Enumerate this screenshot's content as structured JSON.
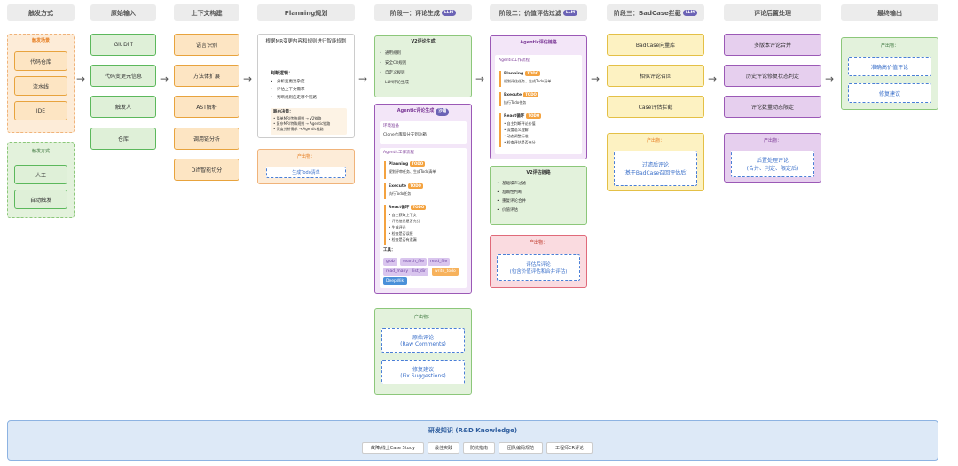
{
  "headers": {
    "c1": "触发方式",
    "c2": "原始输入",
    "c3": "上下文构建",
    "c4": "Planning规划",
    "c5": "阶段一：评论生成",
    "c6": "阶段二：价值评估过滤",
    "c7": "阶段三：BadCase拦截",
    "c8": "评论后置处理",
    "c9": "最终输出",
    "llm": "LLM"
  },
  "col1": {
    "scene_title": "触发场景",
    "scene_items": [
      "代码仓库",
      "流水线",
      "IDE"
    ],
    "trigger_title": "触发方式",
    "trigger_items": [
      "人工",
      "自动触发"
    ]
  },
  "col2": {
    "items": [
      "Git Diff",
      "代码变更元信息",
      "触发人",
      "仓库"
    ]
  },
  "col3": {
    "items": [
      "语言识别",
      "方法体扩展",
      "AST解析",
      "调用链分析",
      "Diff智能切分"
    ]
  },
  "col4": {
    "title": "根据MR变更内容和规则进行智能规划",
    "logic_title": "判断逻辑：",
    "logic_items": [
      "分析变更复杂度",
      "评估上下文需求",
      "判断规则应走哪个链路"
    ],
    "decision_title": "路由决策：",
    "decision_items": [
      "• 简单MR/传统规则 → V2链路",
      "• 复杂MR/特殊规则 → Agentic链路",
      "• 深度分析需求 → Agentic链路"
    ],
    "output_title": "产出物：",
    "output_item": "生成Todo清单"
  },
  "col5": {
    "v2_title": "V2评论生成",
    "v2_items": [
      "通用规则",
      "安全CR规则",
      "自定义规则",
      "LLM评论生成"
    ],
    "agentic_title": "Agentic评论生成",
    "agentic_badge": "沙箱",
    "env_title": "环境准备",
    "env_text": "Clone仓库和分支到沙箱",
    "flow_title": "Agentic工作流程",
    "planning_label": "Planning",
    "planning_tag": "TODO",
    "planning_text": "规划评审任务、生成Todo清单",
    "execute_label": "Execute",
    "execute_tag": "TODO",
    "execute_text": "执行Todo任务",
    "react_label": "React循环",
    "react_tag": "TODO",
    "react_items": [
      "• 自主获取上下文",
      "• 评估信息是否充分",
      "• 生成评论",
      "• 检查是否误报",
      "• 检查是否有遗漏"
    ],
    "tools_title": "工具：",
    "tools": [
      "glob",
      "search_file",
      "read_file",
      "read_many",
      "list_dir",
      "write_todo",
      "DeepWiki"
    ],
    "output_title": "产出物：",
    "output_items": [
      "原始评论\n(Raw Comments)",
      "修复建议\n(Fix Suggestions)"
    ]
  },
  "col6": {
    "agentic_title": "Agentic评估链路",
    "flow_title": "Agentic工作流程",
    "planning_label": "Planning",
    "planning_tag": "TODO",
    "planning_text": "规划评估任务、生成Todo清单",
    "execute_label": "Execute",
    "execute_tag": "TODO",
    "execute_text": "执行Todo任务",
    "react_label": "React循环",
    "react_tag": "TODO",
    "react_items": [
      "• 自主判断评论价值",
      "• 深度语义理解",
      "• 动态调整标准",
      "• 检查评估是否充分"
    ],
    "v2_title": "V2评估链路",
    "v2_items": [
      "基础噪声过滤",
      "准确性判断",
      "重复评论合并",
      "价值评估"
    ],
    "output_title": "产出物：",
    "output_item": "评估后评论\n(包含价值评估和合并评估)"
  },
  "col7": {
    "items": [
      "BadCase向量库",
      "相似评论召回",
      "Case评估拦截"
    ],
    "output_title": "产出物：",
    "output_item": "过滤后评论\n(基于BadCase召回评估后)"
  },
  "col8": {
    "items": [
      "多版本评论合并",
      "历史评论修复状态判定",
      "评论数量动态限定"
    ],
    "output_title": "产出物：",
    "output_item": "后置处理评论\n(合并、判定、限定后)"
  },
  "col9": {
    "output_title": "产出物：",
    "output_items": [
      "准确高价值评论",
      "修复建议"
    ]
  },
  "knowledge": {
    "title": "研发知识 (R&D Knowledge)",
    "items": [
      "故障/线上Case Study",
      "最佳实践",
      "防坑指南",
      "团队编码规范",
      "工程师CR评论"
    ]
  }
}
